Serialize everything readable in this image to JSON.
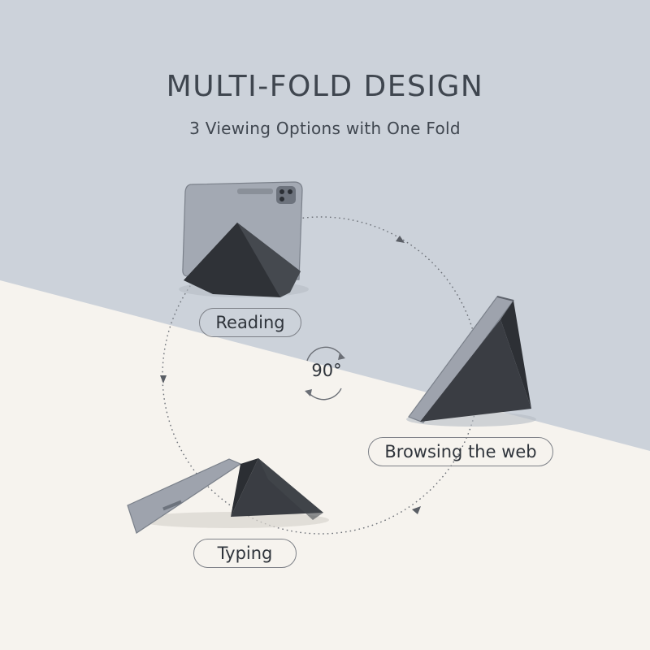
{
  "header": {
    "title": "MULTI-FOLD DESIGN",
    "subtitle": "3 Viewing Options with One Fold"
  },
  "modes": [
    {
      "label": "Reading"
    },
    {
      "label": "Browsing the web"
    },
    {
      "label": "Typing"
    }
  ],
  "rotation": {
    "label": "90°"
  },
  "colors": {
    "top_background": "#ccd2da",
    "bottom_background": "#f6f3ee",
    "text": "#3f464f",
    "tablet_body": "#9ea3ad",
    "cover": "#35383e"
  }
}
